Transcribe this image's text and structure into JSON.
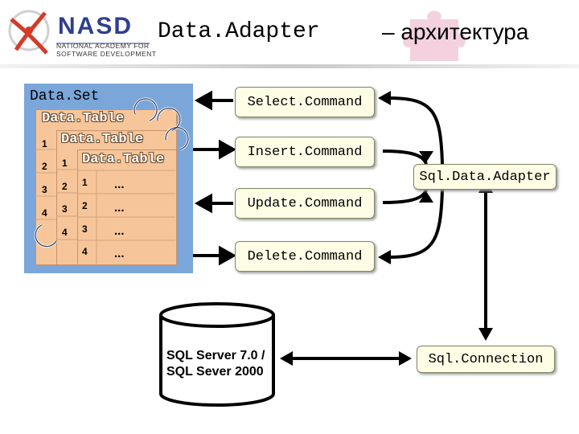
{
  "logo": {
    "acronym": "NASD",
    "line1": "NATIONAL ACADEMY FOR",
    "line2": "SOFTWARE DEVELOPMENT"
  },
  "title": {
    "part1": "Data.Adapter",
    "part2": "– архитектура"
  },
  "dataset": {
    "label": "Data.Set",
    "tables": [
      {
        "label": "Data.Table",
        "rows": [
          "1",
          "2",
          "3",
          "4"
        ]
      },
      {
        "label": "Data.Table",
        "rows": [
          "1",
          "2",
          "3",
          "4"
        ]
      },
      {
        "label": "Data.Table",
        "rows": [
          "1",
          "2",
          "3",
          "4"
        ],
        "cells": [
          "...",
          "...",
          "...",
          "..."
        ]
      }
    ]
  },
  "commands": {
    "select": "Select.Command",
    "insert": "Insert.Command",
    "update": "Update.Command",
    "delete": "Delete.Command"
  },
  "adapter": "Sql.Data.Adapter",
  "connection": "Sql.Connection",
  "database": {
    "line1": "SQL Server 7.0 /",
    "line2": "SQL Sever 2000"
  },
  "colors": {
    "dataset_bg": "#7aa6da",
    "table_bg": "#f6c59a",
    "box_bg": "#fffde6",
    "logo_blue": "#2e3f8f",
    "logo_red": "#d23b2a",
    "puzzle": "#d85a8a"
  }
}
